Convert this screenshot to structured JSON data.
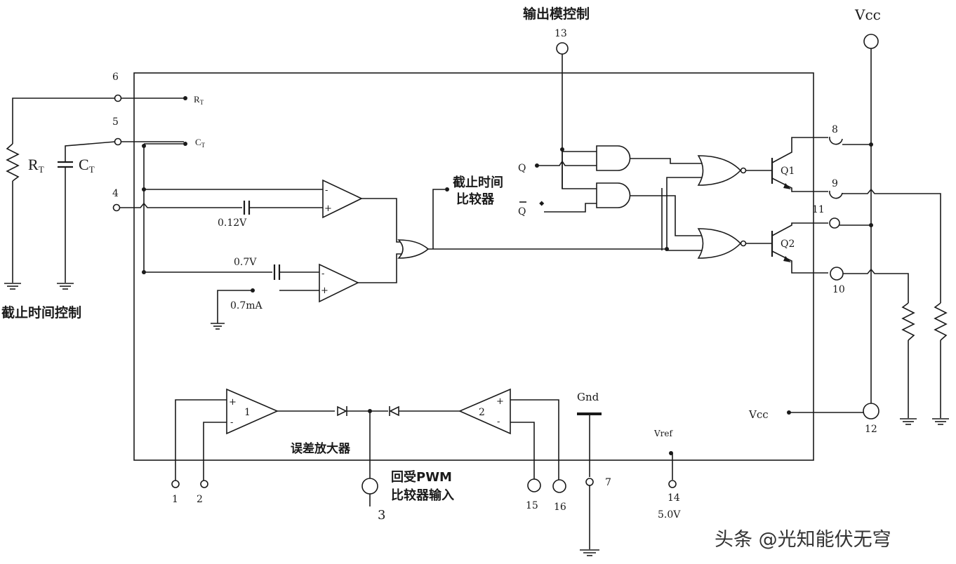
{
  "labels": {
    "output_mode": "输出模控制",
    "vcc_top": "Vcc",
    "pin13": "13",
    "pin6": "6",
    "pin5": "5",
    "pin4": "4",
    "rt_internal": "R",
    "rt_internal_sub": "T",
    "ct_internal": "C",
    "ct_internal_sub": "T",
    "rt_external": "R",
    "rt_external_sub": "T",
    "ct_external": "C",
    "ct_external_sub": "T",
    "v012": "0.12V",
    "v07": "0.7V",
    "ma07": "0.7mA",
    "deadtime_control": "截止时间控制",
    "deadtime_comp_1": "截止时间",
    "deadtime_comp_2": "比较器",
    "q": "Q",
    "qbar": "Q",
    "pin8": "8",
    "pin9": "9",
    "pin11": "11",
    "pin10": "10",
    "pin12": "12",
    "q1": "Q1",
    "q2": "Q2",
    "vcc_int": "Vcc",
    "gnd": "Gnd",
    "vref": "Vref",
    "pin14": "14",
    "v50": "5.0V",
    "pin7": "7",
    "amp1": "1",
    "amp2": "2",
    "error_amp": "误差放大器",
    "pwm_1": "回受PWM",
    "pwm_2": "比较器输入",
    "pin1": "1",
    "pin2": "2",
    "pin3": "3",
    "pin15": "15",
    "pin16": "16",
    "watermark": "头条 @光知能伏无穹"
  }
}
